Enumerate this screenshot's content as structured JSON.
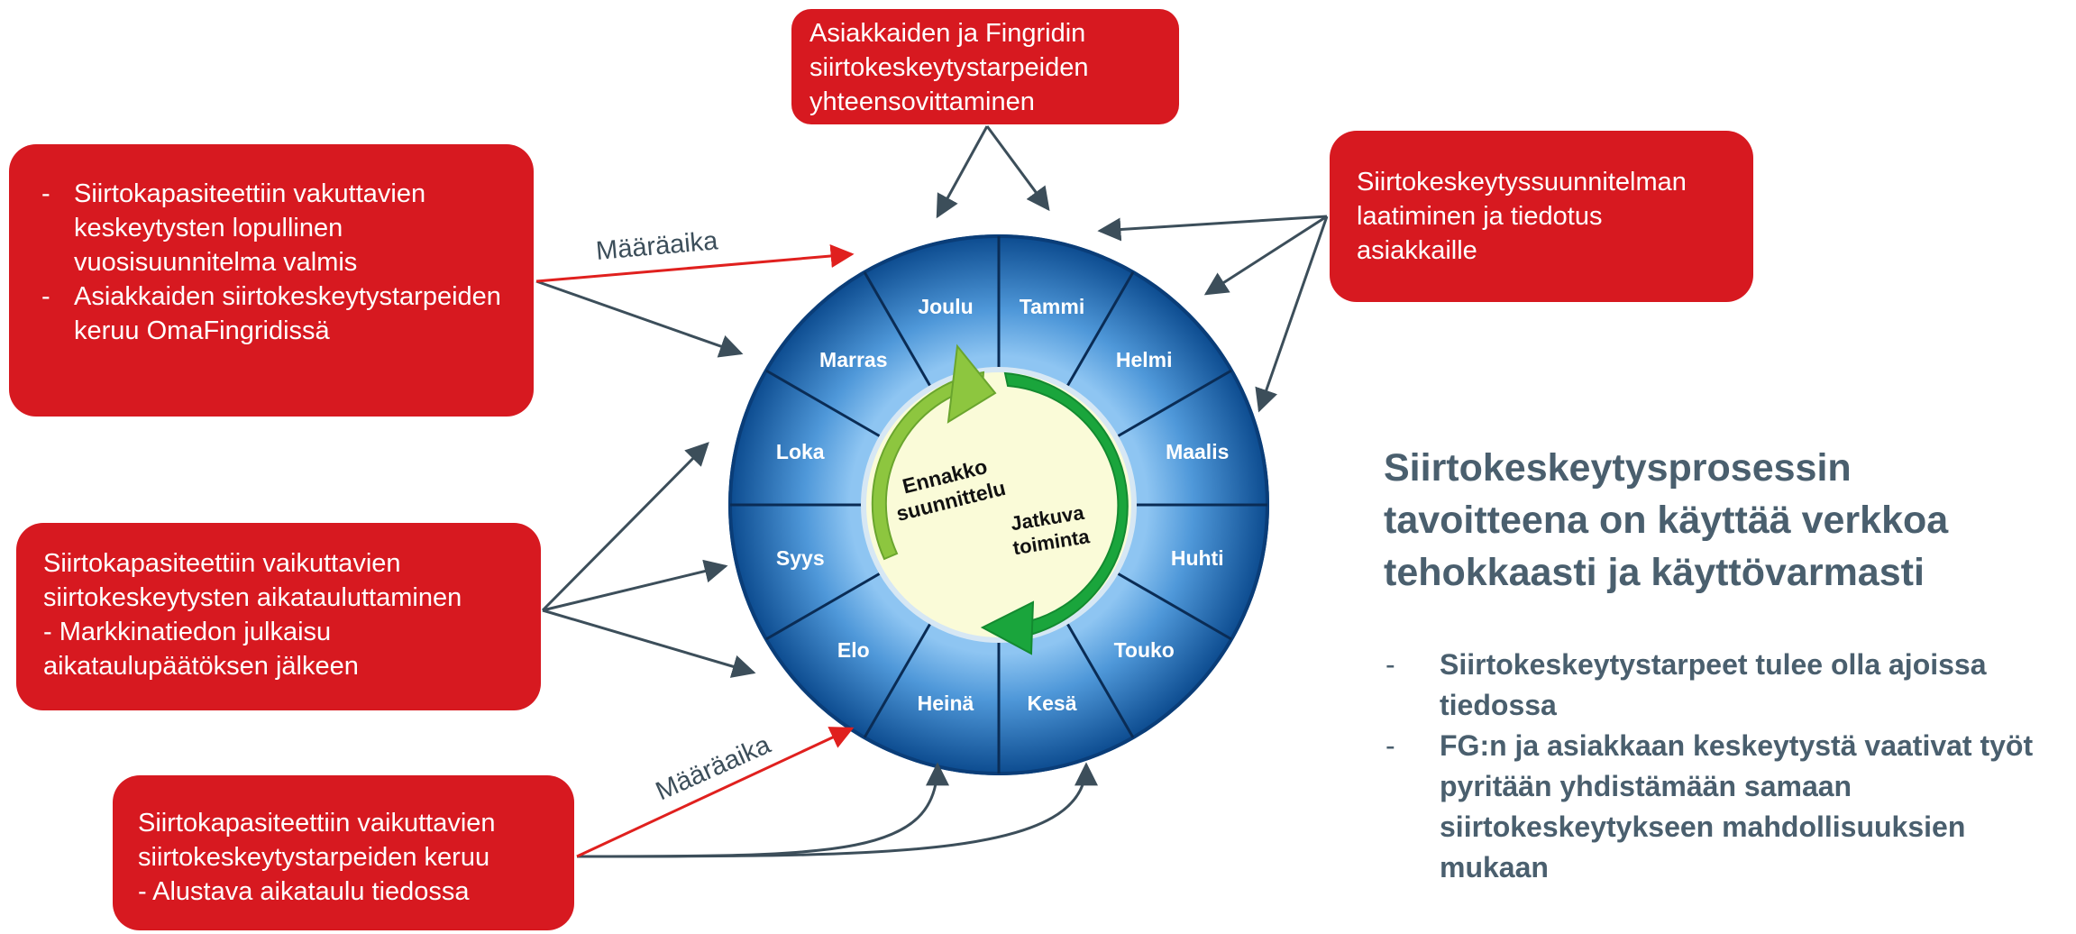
{
  "boxes": {
    "top_center": {
      "lines": [
        "Asiakkaiden ja Fingridin",
        "siirtokeskeytystarpeiden",
        "yhteensovittaminen"
      ]
    },
    "top_left": {
      "items": [
        "Siirtokapasiteettiin vakuttavien keskeytysten lopullinen vuosisuunnitelma valmis",
        "Asiakkaiden siirtokeskeytystarpeiden keruu OmaFingridissä"
      ]
    },
    "top_right": {
      "lines": [
        "Siirtokeskeytyssuunnitelman",
        "laatiminen ja tiedotus",
        "asiakkaille"
      ]
    },
    "middle_left": {
      "lines": [
        "Siirtokapasiteettiin vaikuttavien",
        "siirtokeskeytysten aikatauluttaminen",
        "- Markkinatiedon julkaisu",
        "aikataulupäätöksen jälkeen"
      ]
    },
    "bottom_left": {
      "lines": [
        "Siirtokapasiteettiin vaikuttavien",
        "siirtokeskeytystarpeiden keruu",
        "- Alustava aikataulu tiedossa"
      ]
    }
  },
  "deadline_labels": [
    "Määräaika",
    "Määräaika"
  ],
  "wheel": {
    "months": [
      "Tammi",
      "Helmi",
      "Maalis",
      "Huhti",
      "Touko",
      "Kesä",
      "Heinä",
      "Elo",
      "Syys",
      "Loka",
      "Marras",
      "Joulu"
    ],
    "center_top_lines": [
      "Ennakko",
      "suunnittelu"
    ],
    "center_bottom_lines": [
      "Jatkuva",
      "toiminta"
    ],
    "colors": {
      "ring_dark": "#0a4a8c",
      "ring_light": "#5fa8e6",
      "center": "#fafbd8",
      "arrow_light_green": "#8dc63f",
      "arrow_dark_green": "#1aa53c"
    }
  },
  "colors": {
    "accent_red": "#d71920",
    "arrow_gray": "#3c4e5a",
    "text_slate": "#4a5f6e"
  },
  "right_panel": {
    "heading_lines": [
      "Siirtokeskeytysprosessin",
      "tavoitteena on käyttää verkkoa",
      "tehokkaasti ja käyttövarmasti"
    ],
    "bullets": [
      "Siirtokeskeytystarpeet tulee olla ajoissa tiedossa",
      "FG:n ja asiakkaan keskeytystä vaativat työt pyritään yhdistämään samaan siirtokeskeytykseen mahdollisuuksien mukaan"
    ]
  }
}
